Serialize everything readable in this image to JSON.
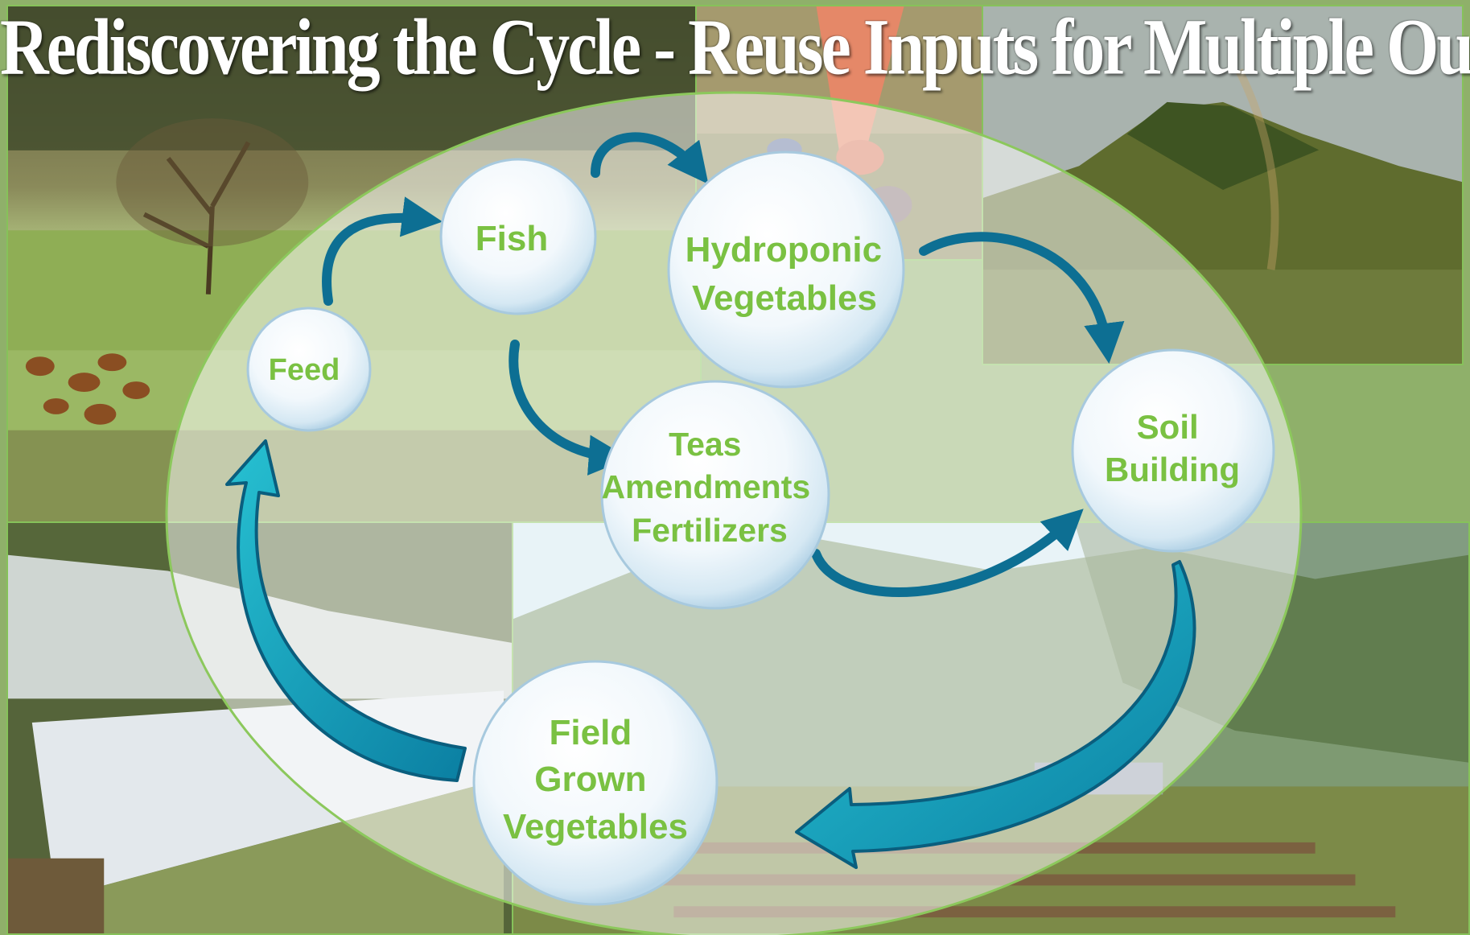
{
  "title": "Rediscovering the Cycle - Reuse Inputs for Multiple Outputs",
  "colors": {
    "label_green": "#7ac142",
    "arrow_dark": "#0b6d8f",
    "arrow_light": "#1fb7cc",
    "frame_green": "#86c25a"
  },
  "nodes": {
    "feed": {
      "lines": [
        "Feed"
      ]
    },
    "fish": {
      "lines": [
        "Fish"
      ]
    },
    "hydroponic": {
      "lines": [
        "Hydroponic",
        "Vegetables"
      ]
    },
    "teas": {
      "lines": [
        "Teas",
        "Amendments",
        "Fertilizers"
      ]
    },
    "soil": {
      "lines": [
        "Soil",
        "Building"
      ]
    },
    "field": {
      "lines": [
        "Field",
        "Grown",
        "Vegetables"
      ]
    }
  },
  "edges": [
    {
      "from": "feed",
      "to": "fish"
    },
    {
      "from": "fish",
      "to": "hydroponic"
    },
    {
      "from": "fish",
      "to": "teas"
    },
    {
      "from": "hydroponic",
      "to": "soil"
    },
    {
      "from": "teas",
      "to": "soil"
    },
    {
      "from": "soil",
      "to": "field"
    },
    {
      "from": "field",
      "to": "feed"
    }
  ]
}
